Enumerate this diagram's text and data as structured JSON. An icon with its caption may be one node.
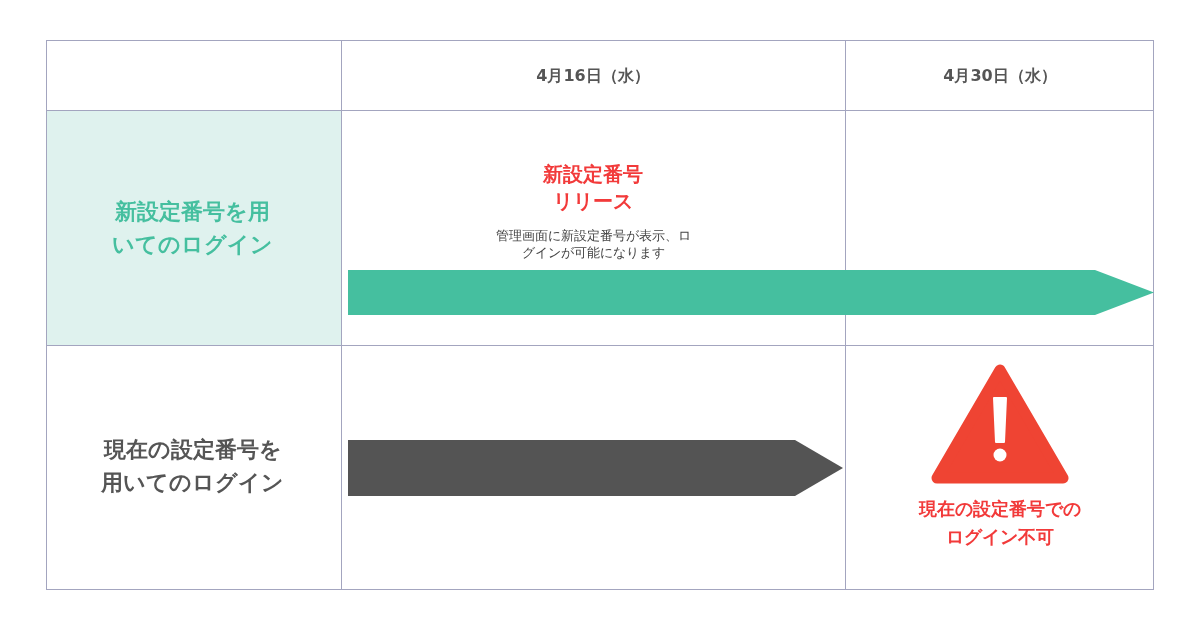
{
  "diagram": {
    "labels": [
      "4月16日（水）",
      "4月30日（水）",
      "新設定番号を用いてのログイン",
      "新設定番号リリース",
      "管理画面に新設定番号が表示、ログインが可能になります",
      "現在の設定番号を用いてのログイン",
      "現在の設定番号でのログイン不可"
    ]
  }
}
